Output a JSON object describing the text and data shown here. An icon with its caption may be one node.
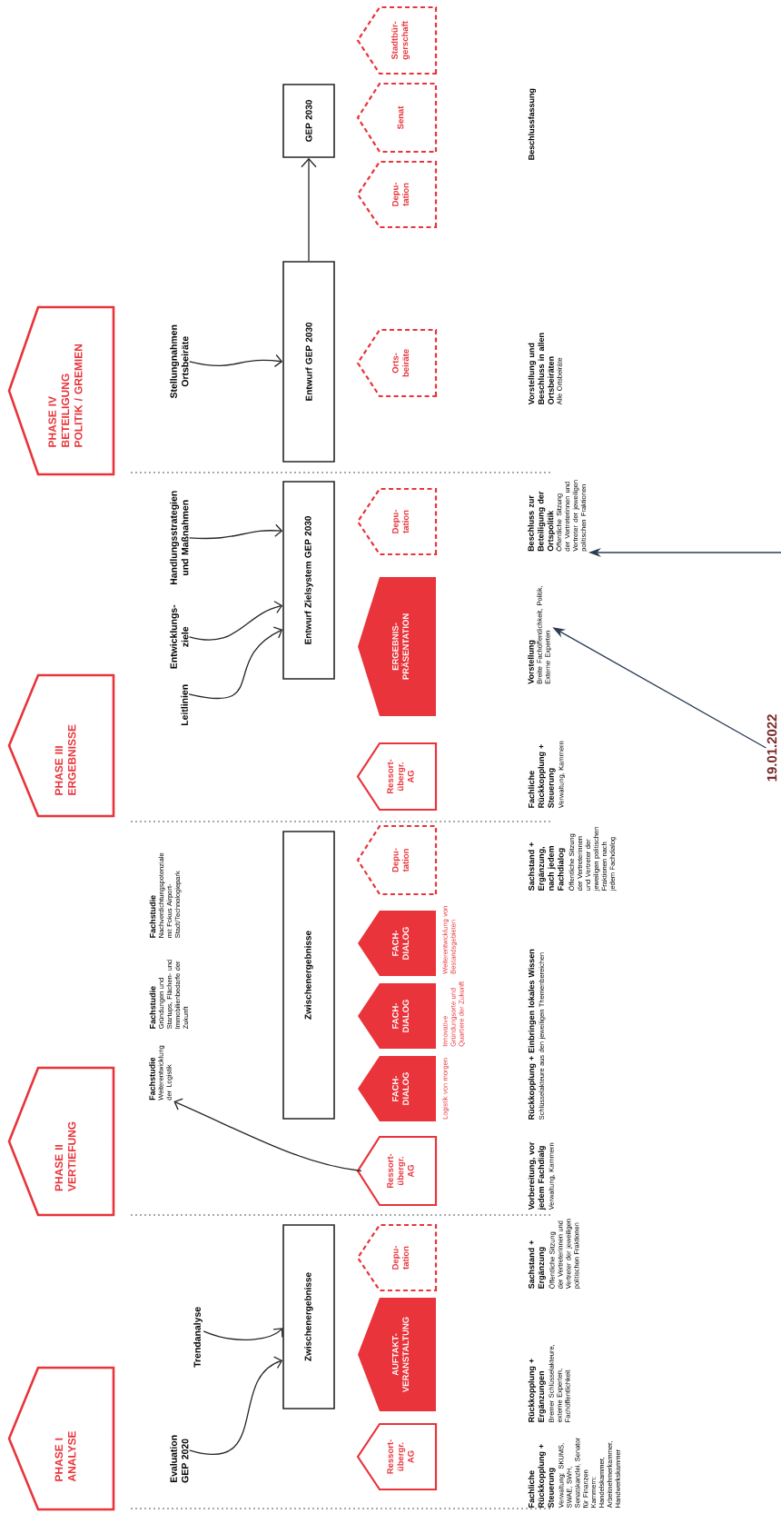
{
  "diagram": {
    "nodes": [
      {
        "text": [
          "PHASE I",
          "ANALYSE"
        ]
      },
      {
        "text": [
          "Evaluation GEP 2020"
        ]
      },
      {
        "text": [
          "Trendanalyse"
        ]
      },
      {
        "text": [
          "Zwischenergebnisse"
        ]
      },
      {
        "text": [
          "Ressort-übergr. AG"
        ]
      },
      {
        "text": [
          "AUFTAKT-VERANSTALTUNG"
        ]
      },
      {
        "text": [
          "Depu-tation"
        ]
      },
      {
        "text": [
          "PHASE II",
          "VERTIEFUNG"
        ]
      },
      {
        "text": [
          "Fachstudie",
          "Weiterentwicklung der Logistik"
        ]
      },
      {
        "text": [
          "Zwischenergebnisse"
        ]
      },
      {
        "text": [
          "Ressort-übergr. AG"
        ]
      },
      {
        "text": [
          "FACH-DIALOG"
        ],
        "beside": [
          "Logistik von morgen"
        ]
      },
      {
        "text": [
          "FACH-DIALOG"
        ],
        "beside": [
          "Innovative Gründungsorte und Quartiere der Zukunft"
        ]
      },
      {
        "text": [
          "FACH-DIALOG"
        ],
        "beside": [
          "Weiterentwicklung von Bestandsgebieten"
        ]
      },
      {
        "text": [
          "Depu-tation"
        ]
      },
      {
        "text": [
          "PHASE III",
          "ERGEBNISSE"
        ]
      },
      {
        "text": [
          "Leitlinien"
        ]
      },
      {
        "text": [
          "Entwicklungs-ziele"
        ]
      },
      {
        "text": [
          "Handlungsstrategien und Maßnahmen"
        ]
      },
      {
        "text": [
          "Entwurf Zielsystem GEP 2030"
        ]
      },
      {
        "text": [
          "Ressort-übergr. AG"
        ]
      },
      {
        "text": [
          "ERGEBNIS-PRÄSENTATION"
        ]
      },
      {
        "text": [
          "Depu-tation"
        ]
      },
      {
        "text": [
          "Vorstellung",
          "Breite Fachöffentlichkeit, Politik, Externe Experten"
        ]
      },
      {
        "text": [
          "Beschluss zur Beteiligung der Ortspolitik",
          "Öffentliche Sitzung der Vertreterinnen und Vertreter der jeweiligen politischen Fraktionen"
        ]
      },
      {
        "text": [
          "19.01.2022"
        ]
      },
      {
        "text": [
          "PHASE IV",
          "BETEILIGUNG POLITIK / GREMIEN"
        ]
      },
      {
        "text": [
          "Stellungnahmen Ortsbeiräte"
        ]
      },
      {
        "text": [
          "Entwurf GEP 2030"
        ]
      },
      {
        "text": [
          "Orts-beiräte"
        ]
      },
      {
        "text": [
          "GEP 2030"
        ]
      },
      {
        "text": [
          "Depu-tation"
        ]
      },
      {
        "text": [
          "Senat"
        ]
      },
      {
        "text": [
          "Stadtbür-gerschaft"
        ]
      }
    ],
    "edges": [
      {
        "from": 1,
        "to": 3,
        "arrow": "to"
      },
      {
        "from": 2,
        "to": 3,
        "arrow": "to"
      },
      {
        "from": 10,
        "to": 8,
        "arrow": "to"
      },
      {
        "from": 16,
        "to": 19,
        "arrow": "to"
      },
      {
        "from": 17,
        "to": 19,
        "arrow": "to"
      },
      {
        "from": 18,
        "to": 19,
        "arrow": "to"
      },
      {
        "from": 27,
        "to": 28,
        "arrow": "to"
      },
      {
        "from": 28,
        "to": 30,
        "arrow": "to"
      },
      {
        "from": 25,
        "to": 23,
        "arrow": "to",
        "color": "#2b3b55"
      },
      {
        "from": null,
        "to": 24,
        "arrow": "to",
        "color": "#2b3b55"
      }
    ],
    "labels": [
      "Fachliche Rückkopplung + Steuerung",
      "Verwaltung: SKUMS, SWAE, SWH, Senatskanzlei, Senator für Finanzen",
      "Kammern: Handelskammer, Arbeitnehmerkammer, Handwerkskammer",
      "Rückkopplung + Ergänzungen",
      "Bremer Schlüsselakteure, externe Experten, Fachöffentlichkeit",
      "Sachstand + Ergänzung",
      "Öffentliche Sitzung der Vertreterinnen und Vertreter der jeweiligen politischen Fraktionen",
      "Fachstudie",
      "Gründungen und Startups, Flächen- und Immobilienbedarfe der Zukunft",
      "Fachstudie",
      "Nachverdichtungspotenziale mit Fokus Airport-Stadt/Technologiepark",
      "Vorbereitung, vor jedem Fachdialg",
      "Verwaltung, Kammern",
      "Rückkopplung + Einbringen lokales Wissen",
      "Schlüsselakteure aus den jeweiligen Themenbereichen",
      "Sachstand + Ergänzung, nach jedem Fachdialog",
      "Öffentliche Sitzung der Vertreterinnen und Vertreter der jeweiligen politischen Fraktionen nach jedem Fachdialog",
      "Fachliche Rückkopplung + Steuerung",
      "Verwaltung, Kammern",
      "Vorstellung und Beschluss in allen Ortsbeiräten",
      "Alle Ortsbeiräte",
      "Beschlussfassung"
    ]
  }
}
